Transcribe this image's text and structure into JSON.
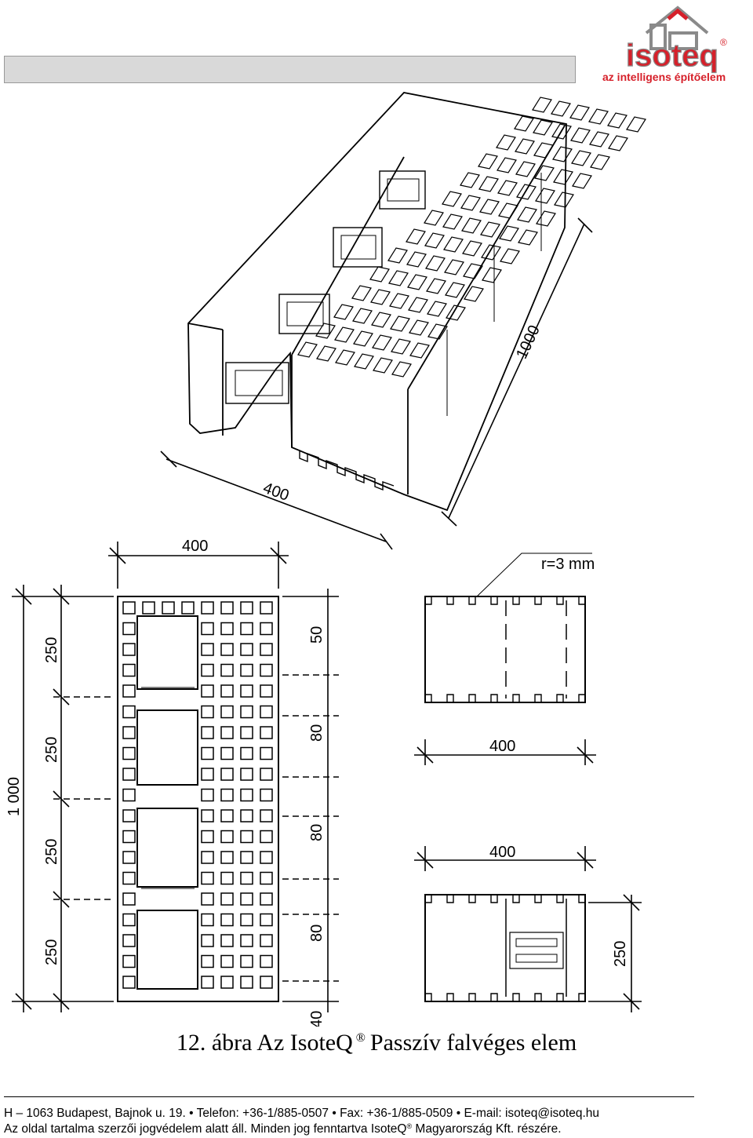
{
  "logo": {
    "wordmark": "isoteq",
    "registered": "®",
    "tagline": "az intelligens építőelem",
    "brand_color": "#d6202a"
  },
  "drawing": {
    "iso_dim_length": "1000",
    "iso_dim_width": "400",
    "plan_top_width": "400",
    "plan_total_length": "1 000",
    "plan_segment_250": "250",
    "plan_seg_50": "50",
    "plan_seg_80": "80",
    "plan_seg_40": "40",
    "radius_note": "r=3 mm",
    "side_width_a": "400",
    "side_width_b": "400",
    "side_height": "250"
  },
  "caption": {
    "prefix": "12. ábra Az IsoteQ",
    "registered": "®",
    "suffix": "Passzív falvéges elem"
  },
  "footer": {
    "line1": "H – 1063 Budapest, Bajnok u. 19. • Telefon: +36-1/885-0507 • Fax: +36-1/885-0509 • E-mail: isoteq@isoteq.hu",
    "line2_pre": "Az oldal tartalma szerzői jogvédelem alatt áll. Minden jog fenntartva IsoteQ",
    "line2_reg": "®",
    "line2_post": " Magyarország Kft. részére."
  }
}
